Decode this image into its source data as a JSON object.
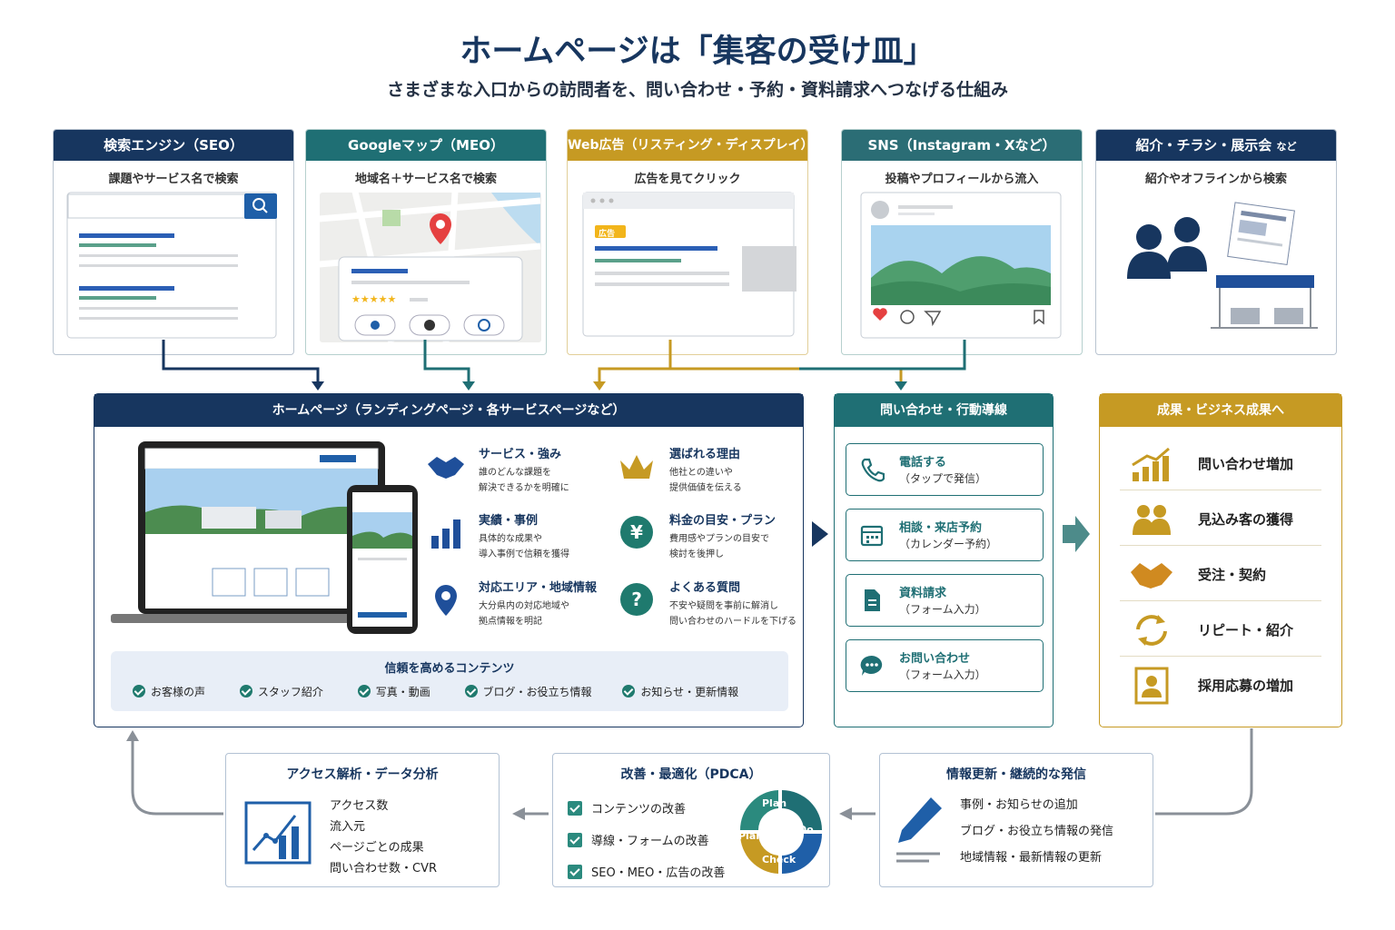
{
  "title": "ホームページは「集客の受け皿」",
  "subtitle": "さまざまな入口からの訪問者を、問い合わせ・予約・資料請求へつなげる仕組み",
  "sources": [
    {
      "label": "検索エンジン（SEO）",
      "caption": "課題やサービス名で検索"
    },
    {
      "label": "Googleマップ（MEO）",
      "caption": "地域名＋サービス名で検索"
    },
    {
      "label": "Web広告（リスティング・ディスプレイ）",
      "caption": "広告を見てクリック",
      "ad_badge": "広告"
    },
    {
      "label": "SNS（Instagram・Xなど）",
      "caption": "投稿やプロフィールから流入"
    },
    {
      "label": "紹介・チラシ・展示会",
      "label_small": "など",
      "caption": "紹介やオフラインから検索"
    }
  ],
  "homepage": {
    "header": "ホームページ（ランディングページ・各サービスページなど）",
    "features": [
      {
        "title": "サービス・強み",
        "desc1": "誰のどんな課題を",
        "desc2": "解決できるかを明確に"
      },
      {
        "title": "選ばれる理由",
        "desc1": "他社との違いや",
        "desc2": "提供価値を伝える"
      },
      {
        "title": "実績・事例",
        "desc1": "具体的な成果や",
        "desc2": "導入事例で信頼を獲得"
      },
      {
        "title": "料金の目安・プラン",
        "desc1": "費用感やプランの目安で",
        "desc2": "検討を後押し"
      },
      {
        "title": "対応エリア・地域情報",
        "desc1": "大分県内の対応地域や",
        "desc2": "拠点情報を明記"
      },
      {
        "title": "よくある質問",
        "desc1": "不安や疑問を事前に解消し",
        "desc2": "問い合わせのハードルを下げる"
      }
    ],
    "trust_title": "信頼を高めるコンテンツ",
    "trust_items": [
      "お客様の声",
      "スタッフ紹介",
      "写真・動画",
      "ブログ・お役立ち情報",
      "お知らせ・更新情報"
    ]
  },
  "cta": {
    "header": "問い合わせ・行動導線",
    "items": [
      {
        "title": "電話する",
        "sub": "（タップで発信）"
      },
      {
        "title": "相談・来店予約",
        "sub": "（カレンダー予約）"
      },
      {
        "title": "資料請求",
        "sub": "（フォーム入力）"
      },
      {
        "title": "お問い合わせ",
        "sub": "（フォーム入力）"
      }
    ]
  },
  "results": {
    "header": "成果・ビジネス成果へ",
    "items": [
      "問い合わせ増加",
      "見込み客の獲得",
      "受注・契約",
      "リピート・紹介",
      "採用応募の増加"
    ]
  },
  "analysis": {
    "title": "アクセス解析・データ分析",
    "items": [
      "アクセス数",
      "流入元",
      "ページごとの成果",
      "問い合わせ数・CVR"
    ]
  },
  "improve": {
    "title": "改善・最適化（PDCA）",
    "items": [
      "コンテンツの改善",
      "導線・フォームの改善",
      "SEO・MEO・広告の改善"
    ],
    "cycle": {
      "plan": "Plan",
      "do": "Do",
      "check": "Check",
      "act": "Plan"
    }
  },
  "update": {
    "title": "情報更新・継続的な発信",
    "items": [
      "事例・お知らせの追加",
      "ブログ・お役立ち情報の発信",
      "地域情報・最新情報の更新"
    ]
  },
  "colors": {
    "navy": "#17365f",
    "teal": "#1f6f74",
    "gold": "#c69a23",
    "gray": "#8a9098"
  }
}
